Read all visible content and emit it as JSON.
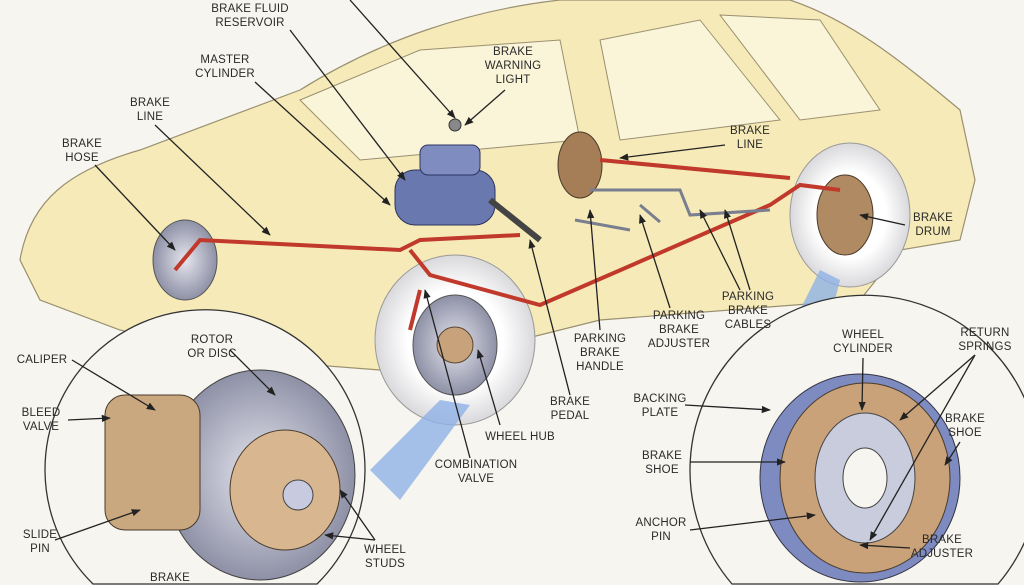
{
  "colors": {
    "car_body": "#f6eab8",
    "brake_line": "#c0392b",
    "drum_brown": "#b08a62",
    "disc_grey": "#b9bccb",
    "master_blue": "#6a78b0",
    "callout_blue": "#8fb2e6"
  },
  "labels": {
    "brake_fluid_reservoir": [
      "BRAKE FLUID",
      "RESERVOIR"
    ],
    "master_cylinder": [
      "MASTER",
      "CYLINDER"
    ],
    "brake_warning_light": [
      "BRAKE",
      "WARNING",
      "LIGHT"
    ],
    "brake_line_left": [
      "BRAKE",
      "LINE"
    ],
    "brake_hose": [
      "BRAKE",
      "HOSE"
    ],
    "brake_line_right": [
      "BRAKE",
      "LINE"
    ],
    "brake_drum": [
      "BRAKE",
      "DRUM"
    ],
    "parking_brake_cables": [
      "PARKING",
      "BRAKE",
      "CABLES"
    ],
    "parking_brake_adjuster": [
      "PARKING",
      "BRAKE",
      "ADJUSTER"
    ],
    "parking_brake_handle": [
      "PARKING",
      "BRAKE",
      "HANDLE"
    ],
    "brake_pedal": [
      "BRAKE",
      "PEDAL"
    ],
    "wheel_hub": [
      "WHEEL HUB"
    ],
    "combination_valve": [
      "COMBINATION",
      "VALVE"
    ],
    "rotor_or_disc": [
      "ROTOR",
      "OR DISC"
    ],
    "caliper": [
      "CALIPER"
    ],
    "bleed_valve": [
      "BLEED",
      "VALVE"
    ],
    "slide_pin": [
      "SLIDE",
      "PIN"
    ],
    "wheel_studs": [
      "WHEEL",
      "STUDS"
    ],
    "brake_pad_cut": [
      "BRAKE"
    ],
    "wheel_cylinder": [
      "WHEEL",
      "CYLINDER"
    ],
    "return_springs": [
      "RETURN",
      "SPRINGS"
    ],
    "backing_plate": [
      "BACKING",
      "PLATE"
    ],
    "brake_shoe_right": [
      "BRAKE",
      "SHOE"
    ],
    "brake_shoe_left": [
      "BRAKE",
      "SHOE"
    ],
    "anchor_pin": [
      "ANCHOR",
      "PIN"
    ],
    "brake_adjuster": [
      "BRAKE",
      "ADJUSTER"
    ]
  }
}
